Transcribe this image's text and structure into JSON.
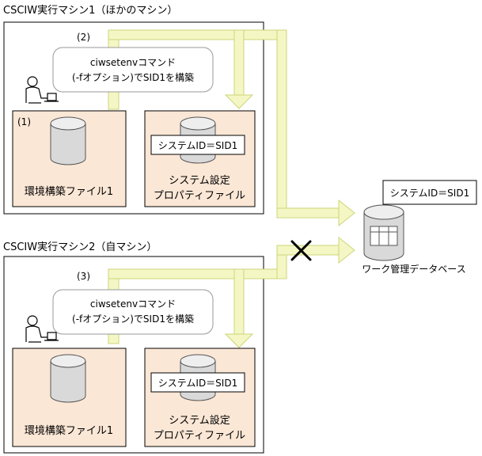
{
  "machine1": {
    "title": "CSCIW実行マシン1（ほかのマシン）",
    "step": "(2)",
    "command_line1": "ciwsetenvコマンド",
    "command_line2": "(-fオプション)でSID1を構築",
    "env_file_number": "(1)",
    "env_file_label": "環境構築ファイル1",
    "system_id": "システムID＝SID1",
    "props_line1": "システム設定",
    "props_line2": "プロパティファイル"
  },
  "machine2": {
    "title": "CSCIW実行マシン2（自マシン）",
    "step": "(3)",
    "command_line1": "ciwsetenvコマンド",
    "command_line2": "(-fオプション)でSID1を構築",
    "env_file_label": "環境構築ファイル1",
    "system_id": "システムID＝SID1",
    "props_line1": "システム設定",
    "props_line2": "プロパティファイル"
  },
  "database": {
    "system_id": "システムID＝SID1",
    "label": "ワーク管理データベース"
  },
  "colors": {
    "arrow_fill": "#f4f7c4",
    "arrow_stroke": "#cdd47a",
    "file_box_fill": "#fbe7d6",
    "cylinder_fill": "#d9d9d9",
    "blocked_mark": "#000000"
  },
  "icons": {
    "user": "user-at-computer-icon",
    "blocked": "x-mark-icon",
    "database": "database-cylinder-icon"
  }
}
